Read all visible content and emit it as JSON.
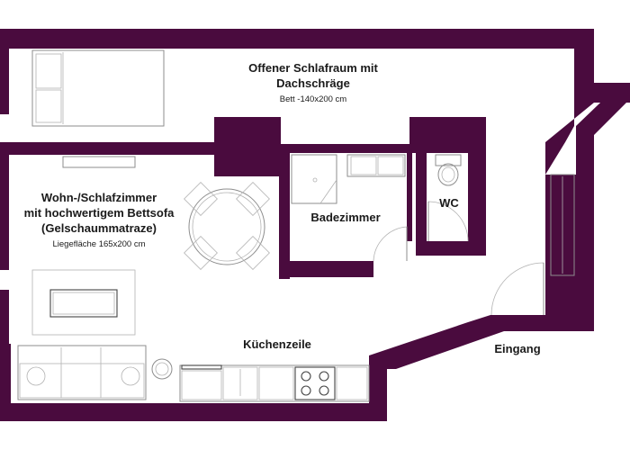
{
  "rooms": {
    "schlafraum": {
      "title_line1": "Offener Schlafraum mit",
      "title_line2": "Dachschräge",
      "detail": "Bett -140x200 cm"
    },
    "wohnzimmer": {
      "title_line1": "Wohn-/Schlafzimmer",
      "title_line2": "mit hochwertigem Bettsofa",
      "title_line3": "(Gelschaummatraze)",
      "detail": "Liegefläche 165x200 cm"
    },
    "badezimmer": {
      "title": "Badezimmer"
    },
    "wc": {
      "title": "WC"
    },
    "kueche": {
      "title": "Küchenzeile"
    },
    "eingang": {
      "title": "Eingang"
    }
  },
  "colors": {
    "wall": "#4a0b3e",
    "furniture_stroke": "#8e8e8e",
    "text": "#1a1a1a"
  }
}
